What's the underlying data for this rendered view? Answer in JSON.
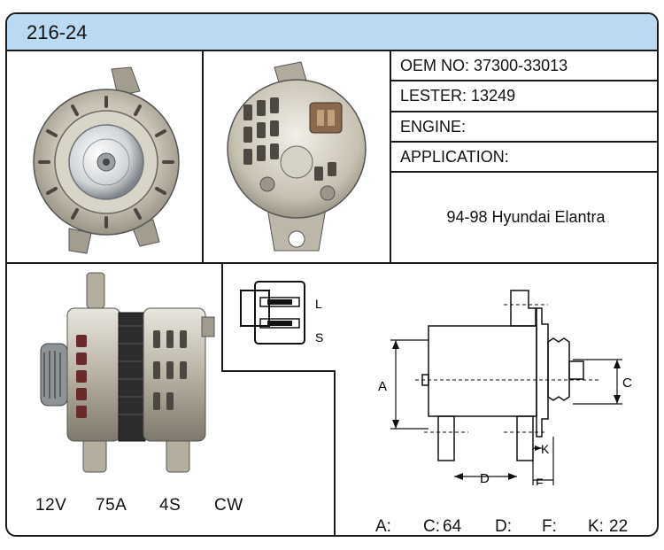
{
  "header": {
    "title": "216-24"
  },
  "info": {
    "oem_label": "OEM NO:",
    "oem_value": "37300-33013",
    "lester_label": "LESTER:",
    "lester_value": "13249",
    "engine_label": "ENGINE:",
    "application_label": "APPLICATION:",
    "application_value": "94-98 Hyundai Elantra"
  },
  "connector": {
    "l_label": "L",
    "s_label": "S"
  },
  "specs": {
    "voltage": "12V",
    "amperage": "75A",
    "groove": "4S",
    "rotation": "CW"
  },
  "dimension_diagram": {
    "a": "A",
    "c": "C",
    "d": "D",
    "f": "F",
    "k": "K"
  },
  "dimensions": {
    "a_label": "A:",
    "a_value": "",
    "c_label": "C:",
    "c_value": "64",
    "d_label": "D:",
    "d_value": "",
    "f_label": "F:",
    "f_value": "",
    "k_label": "K:",
    "k_value": "22"
  },
  "colors": {
    "header_bg": "#b9daf2",
    "border": "#1a1a1a"
  }
}
